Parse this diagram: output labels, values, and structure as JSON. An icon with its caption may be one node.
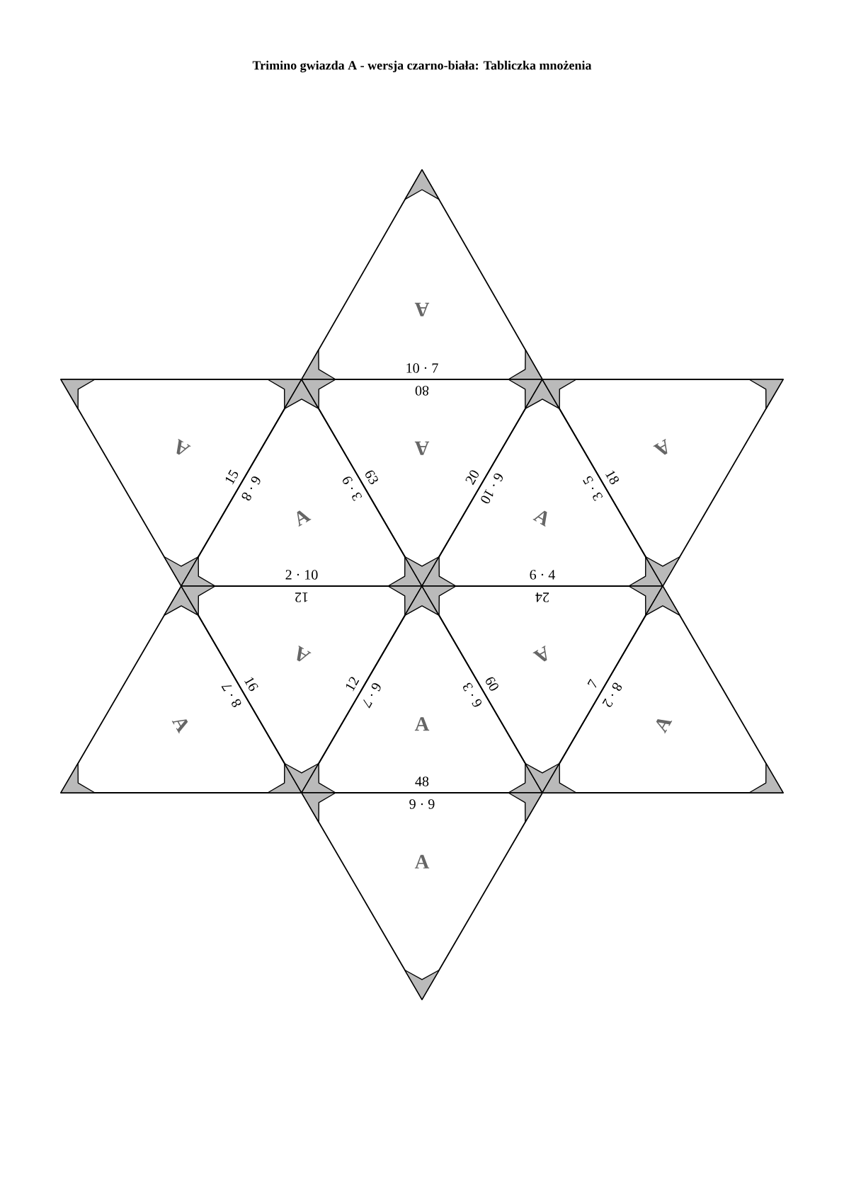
{
  "diagram": {
    "title": "Trimino gwiazda A - wersja czarno-biała: Tabliczka mnożenia",
    "nodes": [
      {
        "text": [
          "A",
          "10 · 7"
        ]
      },
      {
        "text": [
          "A",
          "15"
        ]
      },
      {
        "text": [
          "A",
          "6 · 8",
          "3 · 9",
          "2 · 10"
        ]
      },
      {
        "text": [
          "A",
          "80",
          "63",
          "20"
        ]
      },
      {
        "text": [
          "A",
          "6 · 10",
          "3 · 5",
          "6 · 4"
        ]
      },
      {
        "text": [
          "A",
          "18"
        ]
      },
      {
        "text": [
          "A",
          "8 · 7"
        ]
      },
      {
        "text": [
          "A",
          "12",
          "16",
          "12"
        ]
      },
      {
        "text": [
          "A",
          "6 · 7",
          "6 · 3",
          "48"
        ]
      },
      {
        "text": [
          "A",
          "24",
          "60",
          "7"
        ]
      },
      {
        "text": [
          "A",
          "8 · 2"
        ]
      },
      {
        "text": [
          "A",
          "6 · 6"
        ]
      }
    ]
  }
}
